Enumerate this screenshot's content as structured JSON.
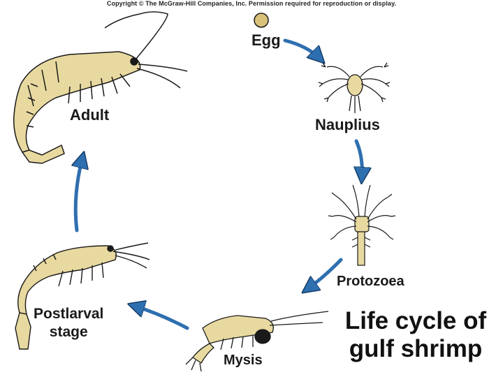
{
  "copyright": "Copyright © The McGraw-Hill Companies, Inc. Permission required for reproduction or display.",
  "stages": {
    "egg": "Egg",
    "nauplius": "Nauplius",
    "protozoea": "Protozoea",
    "mysis": "Mysis",
    "postlarval_line1": "Postlarval",
    "postlarval_line2": "stage",
    "adult": "Adult"
  },
  "title_line1": "Life cycle of",
  "title_line2": "gulf shrimp",
  "colors": {
    "arrow": "#2e6fb0",
    "body": "#e8d9a0",
    "outline": "#1a1a1a"
  }
}
